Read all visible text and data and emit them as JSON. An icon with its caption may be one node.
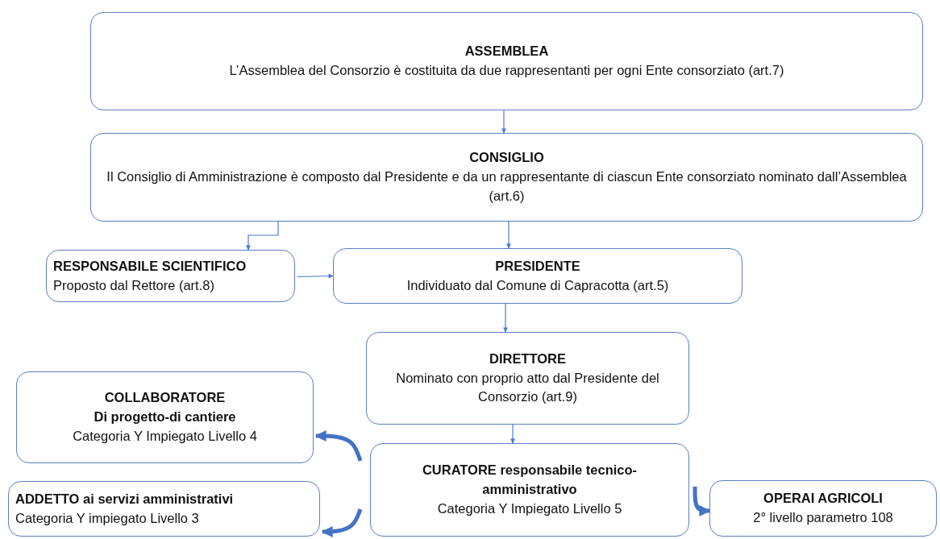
{
  "diagram": {
    "nodes": [
      {
        "text": [
          "ASSEMBLEA",
          "L’Assemblea del Consorzio è costituita da due rappresentanti per ogni Ente consorziato (art.7)"
        ]
      },
      {
        "text": [
          "CONSIGLIO",
          "Il Consiglio di Amministrazione è composto dal Presidente e da un rappresentante di ciascun Ente consorziato nominato dall’Assemblea (art.6)"
        ]
      },
      {
        "text": [
          "RESPONSABILE SCIENTIFICO",
          "Proposto dal Rettore (art.8)"
        ]
      },
      {
        "text": [
          "PRESIDENTE",
          "Individuato dal Comune di Capracotta (art.5)"
        ]
      },
      {
        "text": [
          "DIRETTORE",
          "Nominato con proprio atto dal Presidente del Consorzio (art.9)"
        ]
      },
      {
        "text": [
          "COLLABORATORE",
          "Di progetto-di cantiere",
          "Categoria Y Impiegato Livello 4"
        ]
      },
      {
        "text": [
          "CURATORE responsabile tecnico-amministrativo",
          "Categoria Y Impiegato Livello 5"
        ]
      },
      {
        "text": [
          "ADDETTO ai servizi amministrativi",
          "Categoria Y impiegato Livello 3"
        ]
      },
      {
        "text": [
          "OPERAI AGRICOLI",
          "2° livello parametro 108"
        ]
      }
    ],
    "edges": [
      {
        "from": 0,
        "to": 1,
        "arrow": "to"
      },
      {
        "from": 1,
        "to": 2,
        "arrow": "to"
      },
      {
        "from": 1,
        "to": 3,
        "arrow": "to"
      },
      {
        "from": 2,
        "to": 3,
        "arrow": "to"
      },
      {
        "from": 3,
        "to": 4,
        "arrow": "to"
      },
      {
        "from": 4,
        "to": 6,
        "arrow": "to"
      },
      {
        "from": 6,
        "to": 5,
        "arrow": "to",
        "style": "thick"
      },
      {
        "from": 6,
        "to": 7,
        "arrow": "to",
        "style": "thick"
      },
      {
        "from": 6,
        "to": 8,
        "arrow": "to",
        "style": "thick"
      }
    ]
  }
}
